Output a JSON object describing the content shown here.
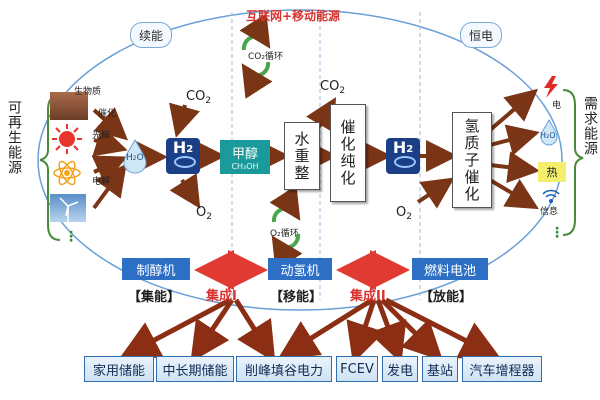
{
  "header": {
    "title": "互联网+移动能源"
  },
  "left_side": {
    "label": "可再生能源"
  },
  "right_side": {
    "label": "需求能源"
  },
  "nodes": {
    "continuous": "续能",
    "constant": "恒电",
    "co2_left": "CO",
    "co2_left_sub": "2",
    "co2_center": "CO",
    "co2_center_sub": "2",
    "o2_left": "O",
    "o2_left_sub": "2",
    "o2_right": "O",
    "o2_right_sub": "2",
    "h2o_drop": "H",
    "h2o_drop_sub": "2",
    "h2o_drop_o": "O",
    "h2_left": "H",
    "h2_left_sub": "2",
    "h2_right": "H",
    "h2_right_sub": "2",
    "methanol": "甲醇",
    "methanol_sub": "CH₃OH",
    "water_reforming": "水重整",
    "catalytic_purification": "催化纯化",
    "pem_catalysis": "氢质子催化",
    "co2_cycle": "CO₂循环",
    "o2_cycle": "O₂循环",
    "methanol_plant": "制醇机",
    "hydrogen_engine": "动氢机",
    "fuel_cell": "燃料电池",
    "collect": "【集能】",
    "move": "【移能】",
    "release": "【放能】",
    "integration_1": "集成I",
    "integration_2": "集成II"
  },
  "sources": {
    "biomass": "生物质",
    "catalysis": "催化",
    "photolysis": "光解",
    "electrolysis": "电解",
    "more": "⋮"
  },
  "outputs": {
    "electricity": "电",
    "water": "H₂O",
    "heat": "热",
    "info": "信息",
    "more": "⋮"
  },
  "applications": [
    "家用储能",
    "中长期储能",
    "削峰填谷电力",
    "FCEV",
    "发电",
    "基站",
    "汽车增程器"
  ],
  "colors": {
    "primary_blue": "#2c6fc5",
    "navy": "#1b3f87",
    "teal": "#1a9a9a",
    "arrow_brown": "#7a3416",
    "red": "#d8342f",
    "ellipse": "#6aa0d8"
  },
  "icons": [
    "biomass-icon",
    "sun-icon",
    "atom-icon",
    "wind-turbine-icon",
    "water-drop-icon",
    "lightning-icon",
    "signal-icon"
  ]
}
